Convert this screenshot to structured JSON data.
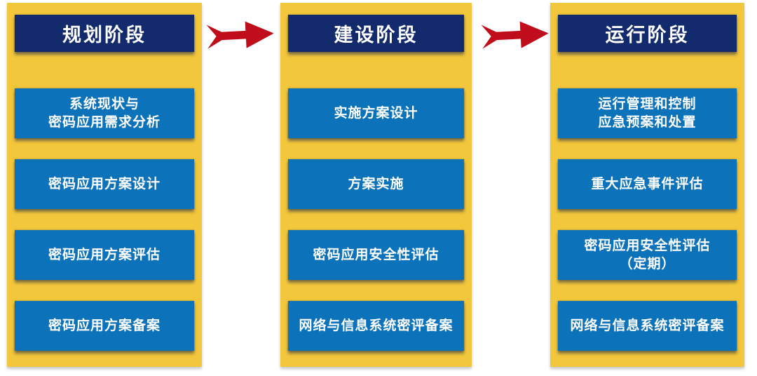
{
  "diagram": {
    "title_hint": "密码应用三阶段流程图",
    "columns": [
      {
        "title": "规划阶段",
        "items": [
          {
            "lines": [
              "系统现状与",
              "密码应用需求分析"
            ]
          },
          {
            "lines": [
              "密码应用方案设计"
            ]
          },
          {
            "lines": [
              "密码应用方案评估"
            ]
          },
          {
            "lines": [
              "密码应用方案备案"
            ]
          }
        ]
      },
      {
        "title": "建设阶段",
        "items": [
          {
            "lines": [
              "实施方案设计"
            ]
          },
          {
            "lines": [
              "方案实施"
            ]
          },
          {
            "lines": [
              "密码应用安全性评估"
            ]
          },
          {
            "lines": [
              "网络与信息系统密评备案"
            ]
          }
        ]
      },
      {
        "title": "运行阶段",
        "items": [
          {
            "lines": [
              "运行管理和控制",
              "应急预案和处置"
            ]
          },
          {
            "lines": [
              "重大应急事件评估"
            ]
          },
          {
            "lines": [
              "密码应用安全性评估",
              "（定期）"
            ]
          },
          {
            "lines": [
              "网络与信息系统密评备案"
            ]
          }
        ]
      }
    ],
    "colors": {
      "page_bg": "#FFFFFF",
      "column_bg": "#F3C73B",
      "header_bg": "#132A6D",
      "item_bg": "#0C72BA",
      "arrow_red": "#C00D1C",
      "text": "#FFFFFF"
    }
  }
}
